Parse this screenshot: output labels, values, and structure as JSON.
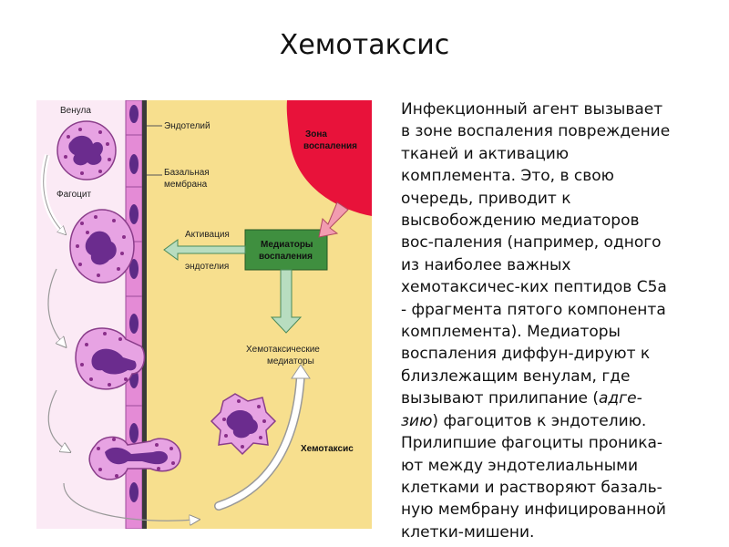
{
  "slide": {
    "title": "Хемотаксис"
  },
  "figure": {
    "labels": {
      "venule": "Венула",
      "phagocyte": "Фагоцит",
      "endothelium": "Эндотелий",
      "basal_membrane_1": "Базальная",
      "basal_membrane_2": "мембрана",
      "inflammation_zone_1": "Зона",
      "inflammation_zone_2": "воспаления",
      "activation_1": "Активация",
      "activation_2": "эндотелия",
      "mediators_1": "Медиаторы",
      "mediators_2": "воспаления",
      "chemotactic_1": "Хемотаксические",
      "chemotactic_2": "медиаторы",
      "chemotaxis": "Хемотаксис"
    },
    "colors": {
      "tissue": "#f7df8e",
      "inflammation_zone": "#e8123a",
      "mediator_box": "#3f8f3f",
      "endothelium": "#e48bd6",
      "cell_fill": "#e7a3e3",
      "nucleus": "#6b2c8e"
    }
  },
  "text": {
    "line1": "Инфекционный агент вызывает",
    "line2": "в зоне воспаления повреждение",
    "line3": "тканей и активацию",
    "line4": "комплемента. Это, в свою",
    "line5": "очередь, приводит к",
    "line6": "высвобождению медиаторов",
    "line7": "вос-паления (например, одного",
    "line8": "из наиболее важных",
    "line9": "хемотаксичес-ких пептидов С5а",
    "line10": "- фрагмента пятого компонента",
    "line11": "комплемента). Медиаторы",
    "line12": "воспаления диффун-дируют к",
    "line13": "близлежащим венулам, где",
    "line14a": "вызывают прилипание (",
    "line14b": "адге-",
    "line15a": "зию",
    "line15b": ") фагоцитов к эндотелию.",
    "line16": "Прилипшие фагоциты проника-",
    "line17": "ют между эндотелиальными",
    "line18": "клетками и растворяют базаль-",
    "line19": "ную мембрану инфицированной",
    "line20": "клетки-мишени."
  }
}
